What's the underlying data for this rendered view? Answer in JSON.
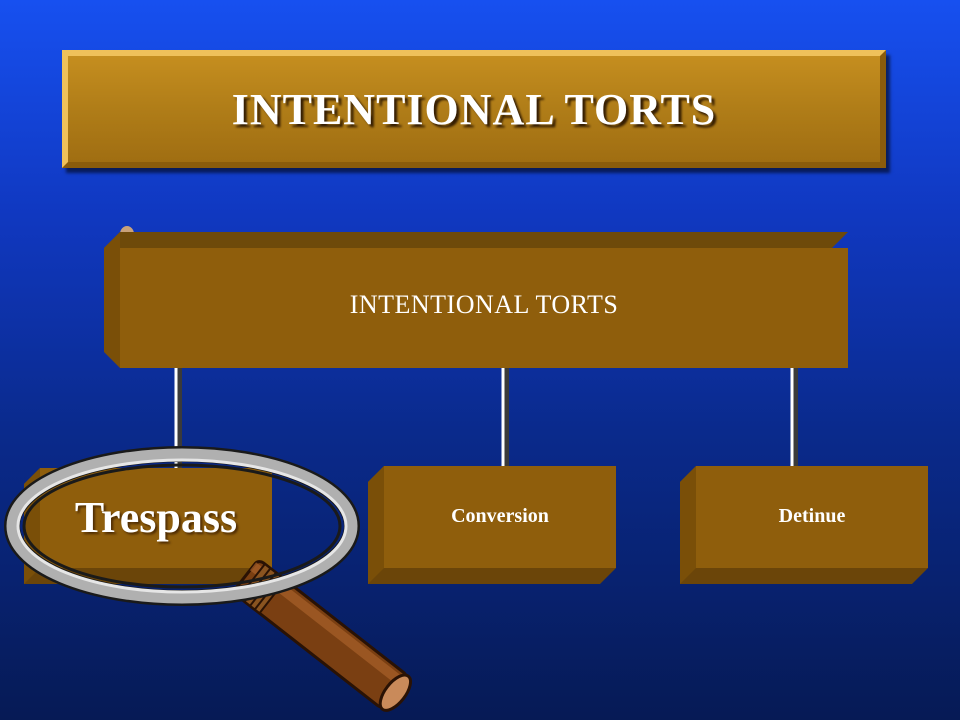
{
  "title": "INTENTIONAL TORTS",
  "diagram": {
    "root": "INTENTIONAL TORTS",
    "children": [
      {
        "label": "Trespass",
        "magnified": true
      },
      {
        "label": "Conversion"
      },
      {
        "label": "Detinue"
      }
    ]
  },
  "colors": {
    "background_top": "#1750f0",
    "background_bottom": "#061a55",
    "box_face": "#8f5e0c",
    "box_dark": "#6b4509",
    "banner": "#b07d18"
  },
  "icons": [
    "magnifying-glass-icon"
  ]
}
